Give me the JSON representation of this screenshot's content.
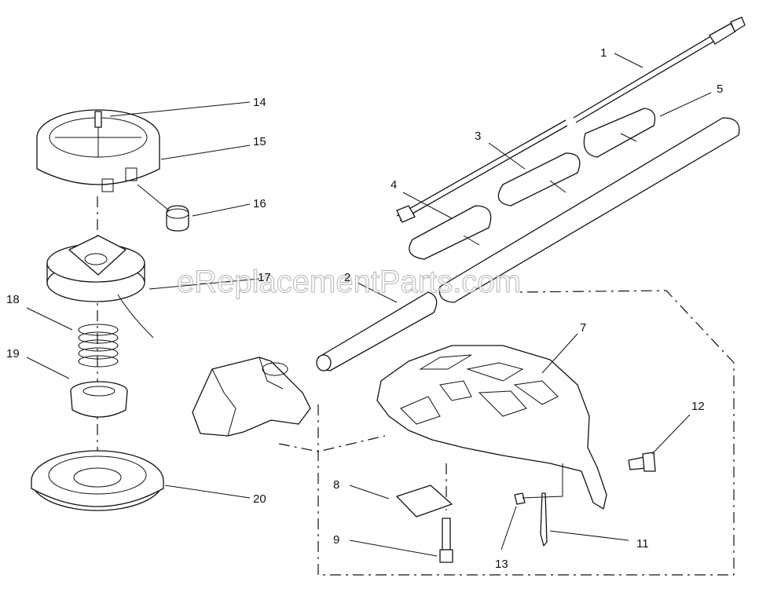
{
  "watermark": "eReplacementParts.com",
  "callouts": [
    {
      "id": "1",
      "label": "1"
    },
    {
      "id": "2",
      "label": "2"
    },
    {
      "id": "3",
      "label": "3"
    },
    {
      "id": "4",
      "label": "4"
    },
    {
      "id": "5",
      "label": "5"
    },
    {
      "id": "7",
      "label": "7"
    },
    {
      "id": "8",
      "label": "8"
    },
    {
      "id": "9",
      "label": "9"
    },
    {
      "id": "11",
      "label": "11"
    },
    {
      "id": "12",
      "label": "12"
    },
    {
      "id": "13",
      "label": "13"
    },
    {
      "id": "14",
      "label": "14"
    },
    {
      "id": "15",
      "label": "15"
    },
    {
      "id": "16",
      "label": "16"
    },
    {
      "id": "17",
      "label": "17"
    },
    {
      "id": "18",
      "label": "18"
    },
    {
      "id": "19",
      "label": "19"
    },
    {
      "id": "20",
      "label": "20"
    }
  ]
}
